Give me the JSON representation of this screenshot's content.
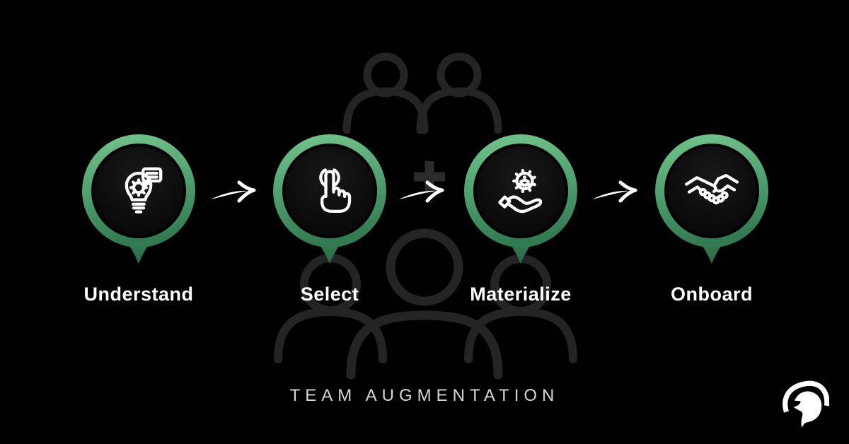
{
  "steps": [
    {
      "label": "Understand",
      "icon": "lightbulb-gear-idea-icon"
    },
    {
      "label": "Select",
      "icon": "tap-select-icon"
    },
    {
      "label": "Materialize",
      "icon": "hand-gear-team-icon"
    },
    {
      "label": "Onboard",
      "icon": "handshake-icon"
    }
  ],
  "flow": {
    "arrow_icon": "swoosh-arrow-right-icon",
    "plus_icon": "plus-icon"
  },
  "caption": "TEAM AUGMENTATION",
  "logo": {
    "name": "spartan-helmet-logo"
  },
  "background": {
    "decoration": "team-member-silhouettes"
  },
  "colors": {
    "background": "#010101",
    "ring_green_light": "#74c58d",
    "ring_green": "#55a573",
    "ring_green_dark": "#317a52",
    "inner_disc": "#0e0e0e",
    "icon_white": "#ffffff",
    "label_text": "#ffffff",
    "caption_text": "#d6d6d6",
    "silhouette_outline": "#242424",
    "plus_gray": "#2b2b2b"
  }
}
